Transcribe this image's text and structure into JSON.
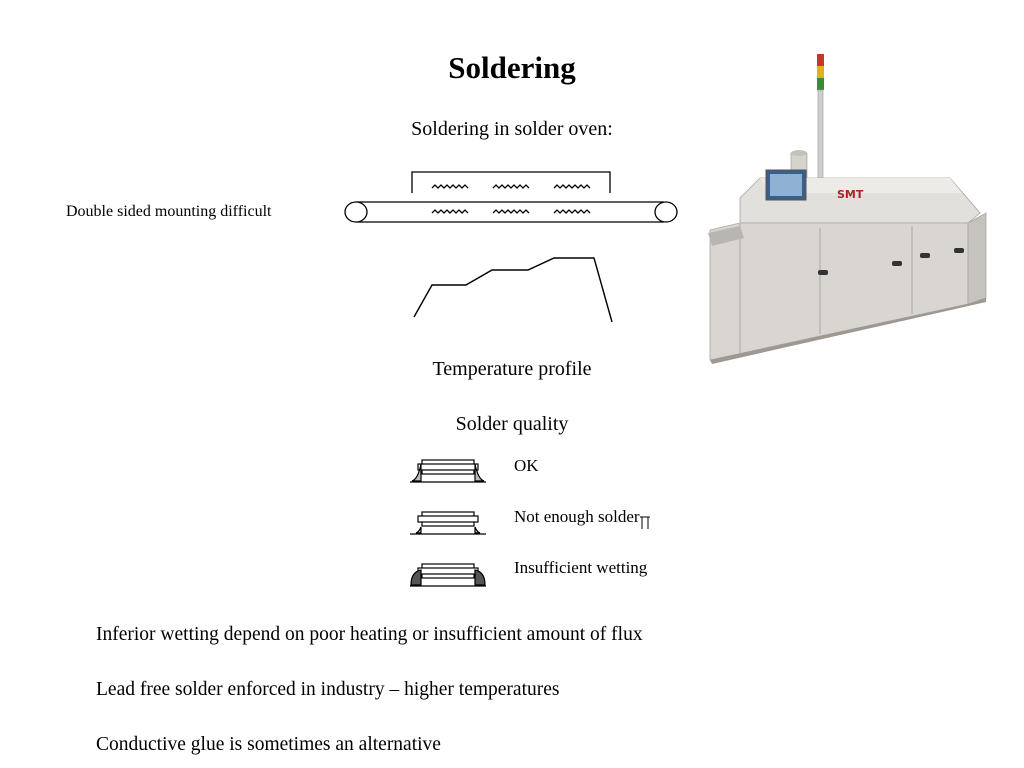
{
  "slide": {
    "title": "Soldering",
    "subtitle": "Soldering in solder oven:",
    "side_note": "Double sided mounting difficult",
    "temperature_caption": "Temperature profile",
    "quality_caption": "Solder quality",
    "quality_items": [
      {
        "label": "OK"
      },
      {
        "label": "Not enough solder"
      },
      {
        "label": "Insufficient wetting"
      }
    ],
    "bullets": [
      "Inferior wetting depend on poor heating or insufficient amount of flux",
      "Lead free solder enforced in industry – higher temperatures",
      "Conductive glue is sometimes an alternative"
    ],
    "machine_brand": "SMT"
  },
  "colors": {
    "text": "#000000",
    "background": "#ffffff",
    "machine_body": "#d9d6d2",
    "machine_shadow": "#b9b5b0",
    "signal_red": "#c0392b",
    "signal_yellow": "#e0b020",
    "signal_green": "#3a8a3a",
    "brand_red": "#b22222"
  },
  "icons": {
    "machine": "reflow-oven-photo-icon",
    "cursor": "text-cursor-icon"
  }
}
